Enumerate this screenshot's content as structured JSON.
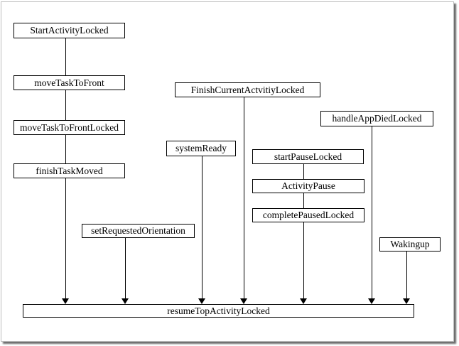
{
  "canvas": {
    "background": "#ffffff",
    "frame_border_color": "#bcbcbc",
    "shadow_color": "#2d2d2d",
    "box_border_color": "#000000",
    "text_color": "#000000",
    "line_color": "#000000"
  },
  "diagram": {
    "type": "flow",
    "nodes": [
      {
        "id": "start-activity-locked",
        "label": "StartActivityLocked"
      },
      {
        "id": "move-task-to-front",
        "label": "moveTaskToFront"
      },
      {
        "id": "move-task-to-front-locked",
        "label": "moveTaskToFrontLocked"
      },
      {
        "id": "finish-task-moved",
        "label": "finishTaskMoved"
      },
      {
        "id": "finish-current-actvitiy-locked",
        "label": "FinishCurrentActvitiyLocked"
      },
      {
        "id": "system-ready",
        "label": "systemReady"
      },
      {
        "id": "handle-app-died-locked",
        "label": "handleAppDiedLocked"
      },
      {
        "id": "start-pause-locked",
        "label": "startPauseLocked"
      },
      {
        "id": "activity-pause",
        "label": "ActivityPause"
      },
      {
        "id": "complete-paused-locked",
        "label": "completePausedLocked"
      },
      {
        "id": "set-requested-orientation",
        "label": "setRequestedOrientation"
      },
      {
        "id": "wakingup",
        "label": "Wakingup"
      },
      {
        "id": "resume-top-activity-locked",
        "label": "resumeTopActivityLocked"
      }
    ],
    "edges": [
      {
        "from": "StartActivityLocked",
        "to": "moveTaskToFront",
        "arrow": false
      },
      {
        "from": "moveTaskToFront",
        "to": "moveTaskToFrontLocked",
        "arrow": false
      },
      {
        "from": "moveTaskToFrontLocked",
        "to": "finishTaskMoved",
        "arrow": false
      },
      {
        "from": "finishTaskMoved",
        "to": "resumeTopActivityLocked",
        "arrow": true
      },
      {
        "from": "setRequestedOrientation",
        "to": "resumeTopActivityLocked",
        "arrow": true
      },
      {
        "from": "systemReady",
        "to": "resumeTopActivityLocked",
        "arrow": true
      },
      {
        "from": "FinishCurrentActvitiyLocked",
        "to": "resumeTopActivityLocked",
        "arrow": true
      },
      {
        "from": "startPauseLocked",
        "to": "ActivityPause",
        "arrow": false
      },
      {
        "from": "ActivityPause",
        "to": "completePausedLocked",
        "arrow": false
      },
      {
        "from": "completePausedLocked",
        "to": "resumeTopActivityLocked",
        "arrow": true
      },
      {
        "from": "handleAppDiedLocked",
        "to": "resumeTopActivityLocked",
        "arrow": true
      },
      {
        "from": "Wakingup",
        "to": "resumeTopActivityLocked",
        "arrow": true
      }
    ]
  }
}
